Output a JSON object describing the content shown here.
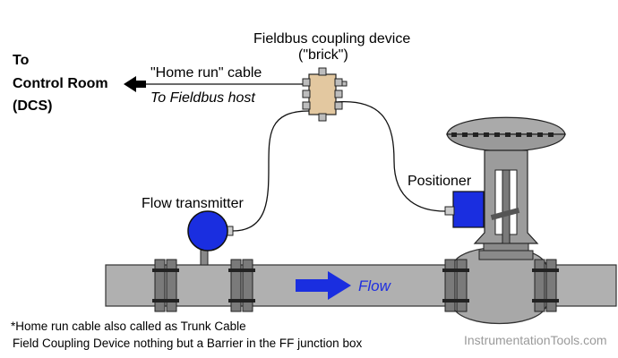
{
  "labels": {
    "destination_line1": "To",
    "destination_line2": "Control Room",
    "destination_line3": "(DCS)",
    "home_run_cable": "\"Home run\" cable",
    "to_fieldbus_host": "To Fieldbus host",
    "coupling_device_line1": "Fieldbus coupling device",
    "coupling_device_line2": "(\"brick\")",
    "flow_transmitter": "Flow transmitter",
    "positioner": "Positioner",
    "flow": "Flow"
  },
  "notes": {
    "line1": "*Home run cable also called as Trunk Cable",
    "line2": "Field Coupling Device nothing but a Barrier in the FF junction box"
  },
  "watermark": "InstrumentationTools.com",
  "colors": {
    "pipe": "#b0b0b0",
    "flange": "#7a7a7a",
    "transmitter": "#1a2ee0",
    "positioner": "#1a2ee0",
    "brick": "#e3c8a0",
    "flow_arrow": "#1a2ee0",
    "valve_body": "#9c9c9c"
  },
  "icons": {
    "arrow": "arrow-left-icon",
    "flow_arrow": "arrow-right-icon"
  }
}
